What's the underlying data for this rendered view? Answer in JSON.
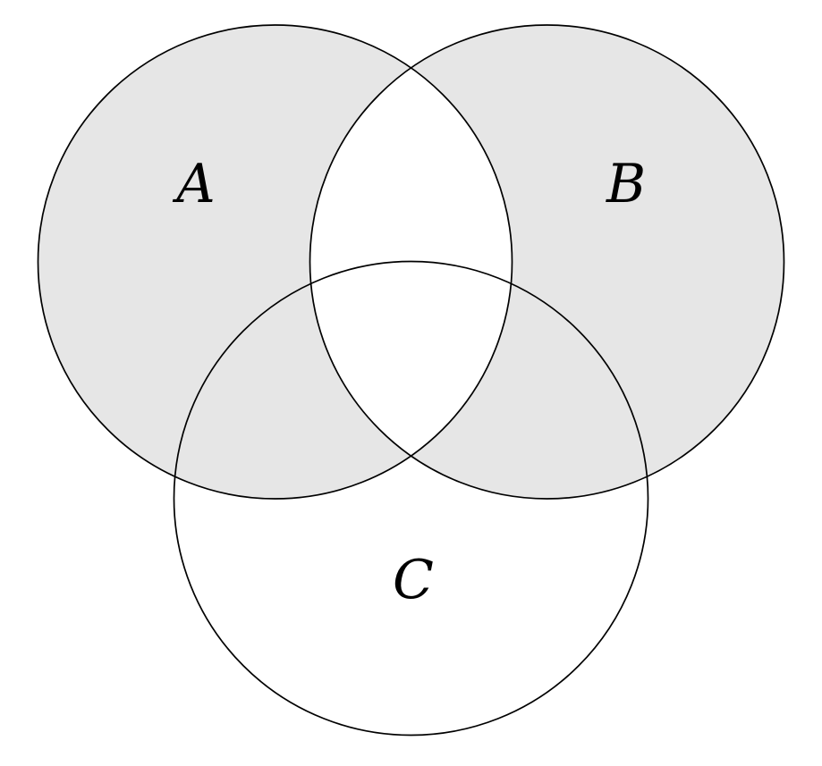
{
  "figure": {
    "type": "venn-diagram",
    "description": "Three-set Venn diagram with the symmetric difference of A and B shaded; regions A minus B and B minus A (including their overlaps with C) are gray, while A intersect B and the C-only region are white.",
    "sets": [
      {
        "label": "A"
      },
      {
        "label": "B"
      },
      {
        "label": "C"
      }
    ],
    "shaded_regions": [
      "A \\ B",
      "B \\ A"
    ],
    "unshaded_regions": [
      "A ∩ B",
      "C \\ (A ∪ B)",
      "outside"
    ],
    "colors": {
      "shaded_fill": "#e6e6e6",
      "unshaded_fill": "#ffffff",
      "stroke": "#000000",
      "label_color": "#000000",
      "background": "#ffffff"
    }
  }
}
